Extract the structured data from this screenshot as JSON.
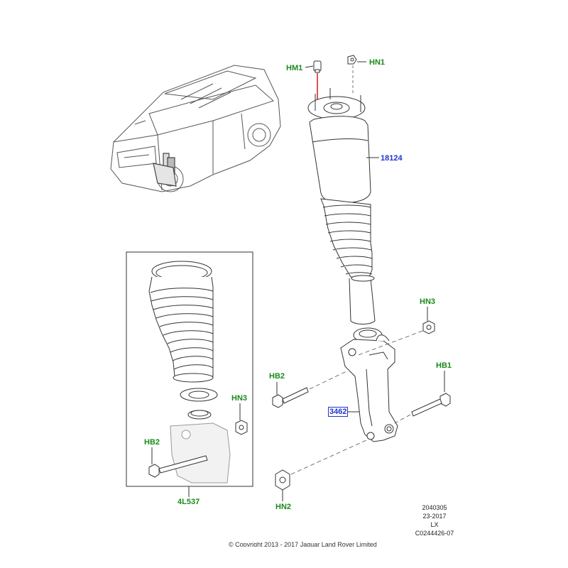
{
  "labels": {
    "hm1": "HM1",
    "hn1_top": "HN1",
    "p18124": "18124",
    "hn3_right": "HN3",
    "hb2_right": "HB2",
    "hb1": "HB1",
    "p3462": "3462",
    "hn2": "HN2",
    "hn3_inset": "HN3",
    "hb2_inset": "HB2",
    "p4l537": "4L537"
  },
  "info": {
    "line1": "2040305",
    "line2": "23-2017",
    "line3": "LX",
    "line4": "C0244426-07"
  },
  "copyright": "© Copyright 2013 - 2017 Jaguar Land Rover Limited",
  "colors": {
    "callout_green": "#1a8a1a",
    "callout_blue": "#1f35c8",
    "highlight_red": "#d11a1a",
    "line_art": "#333333"
  }
}
